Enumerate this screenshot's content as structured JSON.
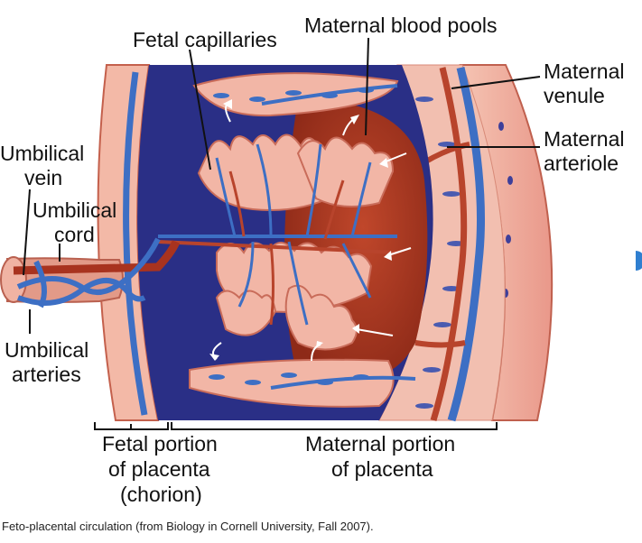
{
  "labels": {
    "fetal_capillaries": "Fetal capillaries",
    "maternal_blood_pools": "Maternal blood pools",
    "maternal_venule_1": "Maternal",
    "maternal_venule_2": "venule",
    "maternal_arteriole_1": "Maternal",
    "maternal_arteriole_2": "arteriole",
    "umbilical_vein_1": "Umbilical",
    "umbilical_vein_2": "vein",
    "umbilical_cord_1": "Umbilical",
    "umbilical_cord_2": "cord",
    "umbilical_arteries_1": "Umbilical",
    "umbilical_arteries_2": "arteries",
    "fetal_portion_1": "Fetal portion",
    "fetal_portion_2": "of placenta",
    "fetal_portion_3": "(chorion)",
    "maternal_portion_1": "Maternal portion",
    "maternal_portion_2": "of placenta"
  },
  "caption": "Feto-placental circulation (from Biology in Cornell University, Fall 2007).",
  "colors": {
    "maternal_blood": "#a8331f",
    "fetal_vein": "#3d6fc4",
    "fetal_artery": "#b8442c",
    "tissue": "#f2b6a6",
    "dark_blue": "#2a2f86",
    "label_line": "#111111"
  }
}
